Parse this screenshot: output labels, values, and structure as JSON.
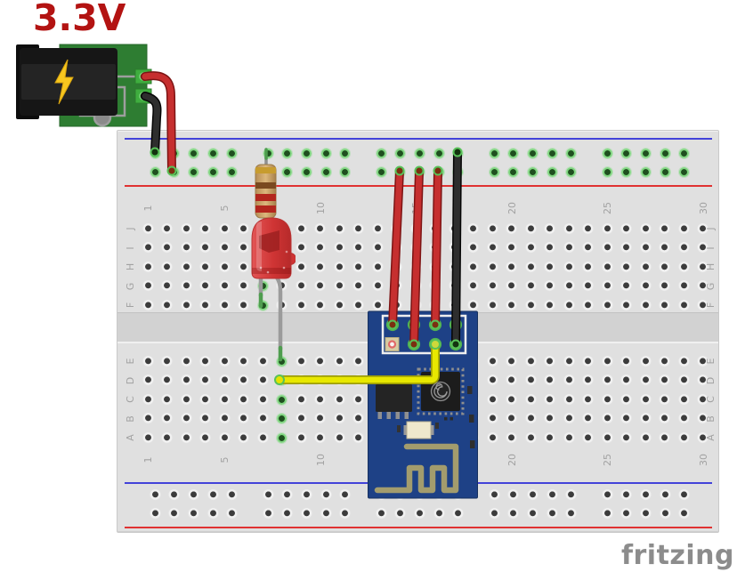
{
  "labels": {
    "power_voltage": "3.3V",
    "watermark": "fritzing"
  },
  "breadboard": {
    "row_letters_top": [
      "J",
      "I",
      "H",
      "G",
      "F"
    ],
    "row_letters_bottom": [
      "E",
      "D",
      "C",
      "B",
      "A"
    ],
    "column_numbers": [
      "1",
      "5",
      "10",
      "15",
      "20",
      "25",
      "30"
    ],
    "columns": 30,
    "rail_groups": 5,
    "rail_holes_per_group": 5,
    "top_rail_connected": true,
    "connected_grid_holes": [
      "G7",
      "F7",
      "E8",
      "D8",
      "C8",
      "B8",
      "A8"
    ]
  },
  "colors": {
    "board_gray": "#e0e0e0",
    "rail_negative_line_blue": "#4343d9",
    "rail_positive_line_red": "#e03232",
    "connected_hole_green": "#7fd67f",
    "esp_pcb_blue": "#1e4186",
    "antenna_trace_khaki": "#a39c6d",
    "supply_pcb_green": "#2e7d32",
    "wire_red": "#c62f2f",
    "wire_black": "#2e2e2e",
    "wire_yellow": "#e8e800",
    "led_red": "#cf3434",
    "resistor_body_tan": "#d0aa6e",
    "power_label_red": "#b31312",
    "watermark_gray": "#8c8c8c"
  },
  "components": {
    "power_supply": {
      "name": "3.3V barrel-jack power supply",
      "label": "3.3V"
    },
    "resistor": {
      "name": "axial resistor",
      "band_colors": [
        "gold",
        "brown",
        "red",
        "red"
      ]
    },
    "led": {
      "name": "red LED"
    },
    "esp01": {
      "name": "ESP8266 ESP-01 WiFi module"
    },
    "wires": [
      {
        "id": "supply-positive",
        "color": "red"
      },
      {
        "id": "supply-ground",
        "color": "black"
      },
      {
        "id": "esp-power-1",
        "color": "red"
      },
      {
        "id": "esp-power-2",
        "color": "red"
      },
      {
        "id": "esp-power-3",
        "color": "red"
      },
      {
        "id": "esp-ground",
        "color": "black"
      },
      {
        "id": "esp-gpio-to-led",
        "color": "yellow"
      }
    ]
  }
}
